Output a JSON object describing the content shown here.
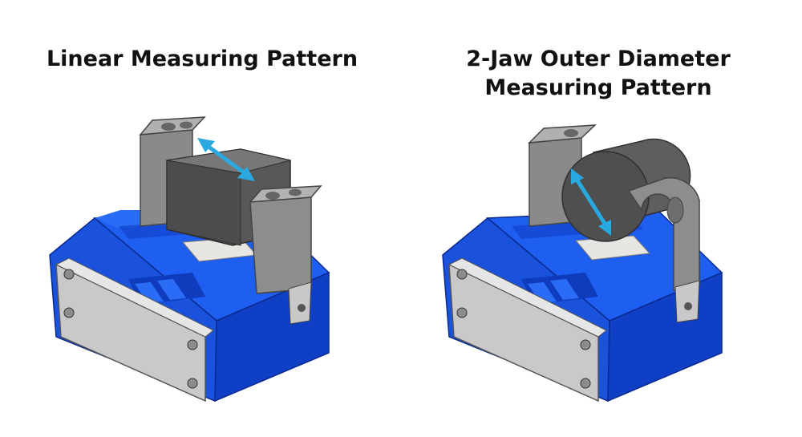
{
  "figures": [
    {
      "title_lines": [
        "Linear Measuring Pattern"
      ],
      "workpiece": "rectangular-block",
      "arrow_icon": "double-headed-arrow-icon",
      "colors": {
        "body": "#1450e0",
        "body_dark": "#0a2fa8",
        "jaw": "#8a8a8a",
        "plate": "#c4c4c4",
        "arrow": "#29a9df"
      }
    },
    {
      "title_lines": [
        "2-Jaw Outer Diameter",
        "Measuring Pattern"
      ],
      "workpiece": "cylinder",
      "arrow_icon": "double-headed-arrow-icon",
      "colors": {
        "body": "#1450e0",
        "body_dark": "#0a2fa8",
        "jaw": "#8a8a8a",
        "plate": "#c4c4c4",
        "arrow": "#29a9df"
      }
    }
  ]
}
